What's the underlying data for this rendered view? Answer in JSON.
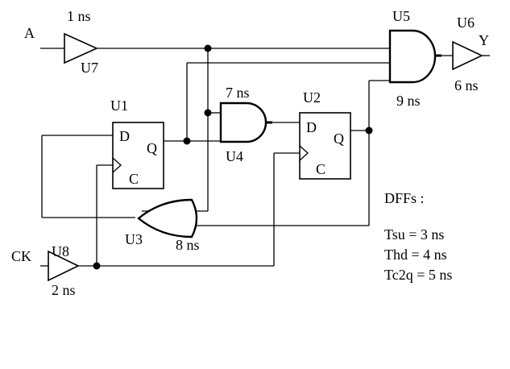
{
  "inputs": {
    "a": "A",
    "ck": "CK"
  },
  "output": {
    "y": "Y"
  },
  "gates": {
    "u7": {
      "name": "U7",
      "delay": "1 ns"
    },
    "u5": {
      "name": "U5",
      "delay": "9 ns"
    },
    "u6": {
      "name": "U6",
      "delay": "6 ns"
    },
    "u4": {
      "name": "U4",
      "delay": "7 ns"
    },
    "u3": {
      "name": "U3",
      "delay": "8 ns"
    },
    "u8": {
      "name": "U8",
      "delay": "2 ns"
    }
  },
  "flipflops": {
    "u1": {
      "name": "U1",
      "d": "D",
      "q": "Q",
      "c": "C"
    },
    "u2": {
      "name": "U2",
      "d": "D",
      "q": "Q",
      "c": "C"
    }
  },
  "timing": {
    "title": "DFFs :",
    "tsu": "Tsu = 3 ns",
    "thd": "Thd = 4 ns",
    "tc2q": "Tc2q = 5 ns"
  }
}
